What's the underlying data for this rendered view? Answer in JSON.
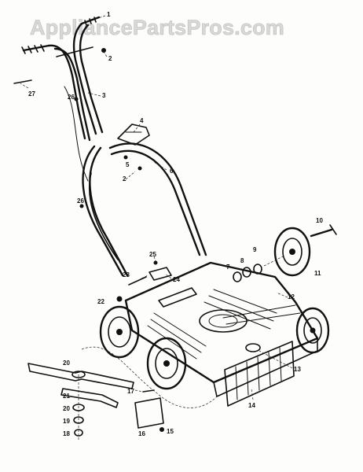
{
  "watermark": "AppliancePartsPros.com",
  "callouts": [
    {
      "id": "c1",
      "text": "1"
    },
    {
      "id": "c2a",
      "text": "2"
    },
    {
      "id": "c3",
      "text": "3"
    },
    {
      "id": "c4",
      "text": "4"
    },
    {
      "id": "c5",
      "text": "5"
    },
    {
      "id": "c2b",
      "text": "2"
    },
    {
      "id": "c6",
      "text": "6"
    },
    {
      "id": "c7",
      "text": "7"
    },
    {
      "id": "c8",
      "text": "8"
    },
    {
      "id": "c9",
      "text": "9"
    },
    {
      "id": "c10",
      "text": "10"
    },
    {
      "id": "c11",
      "text": "11"
    },
    {
      "id": "c12",
      "text": "12"
    },
    {
      "id": "c13",
      "text": "13"
    },
    {
      "id": "c14",
      "text": "14"
    },
    {
      "id": "c15",
      "text": "15"
    },
    {
      "id": "c16",
      "text": "16"
    },
    {
      "id": "c17",
      "text": "17"
    },
    {
      "id": "c18",
      "text": "18"
    },
    {
      "id": "c19",
      "text": "19"
    },
    {
      "id": "c20a",
      "text": "20"
    },
    {
      "id": "c20b",
      "text": "20"
    },
    {
      "id": "c21",
      "text": "21"
    },
    {
      "id": "c22",
      "text": "22"
    },
    {
      "id": "c23",
      "text": "23"
    },
    {
      "id": "c24",
      "text": "24"
    },
    {
      "id": "c25",
      "text": "25"
    },
    {
      "id": "c26a",
      "text": "26"
    },
    {
      "id": "c26b",
      "text": "26"
    },
    {
      "id": "c27",
      "text": "27"
    }
  ]
}
